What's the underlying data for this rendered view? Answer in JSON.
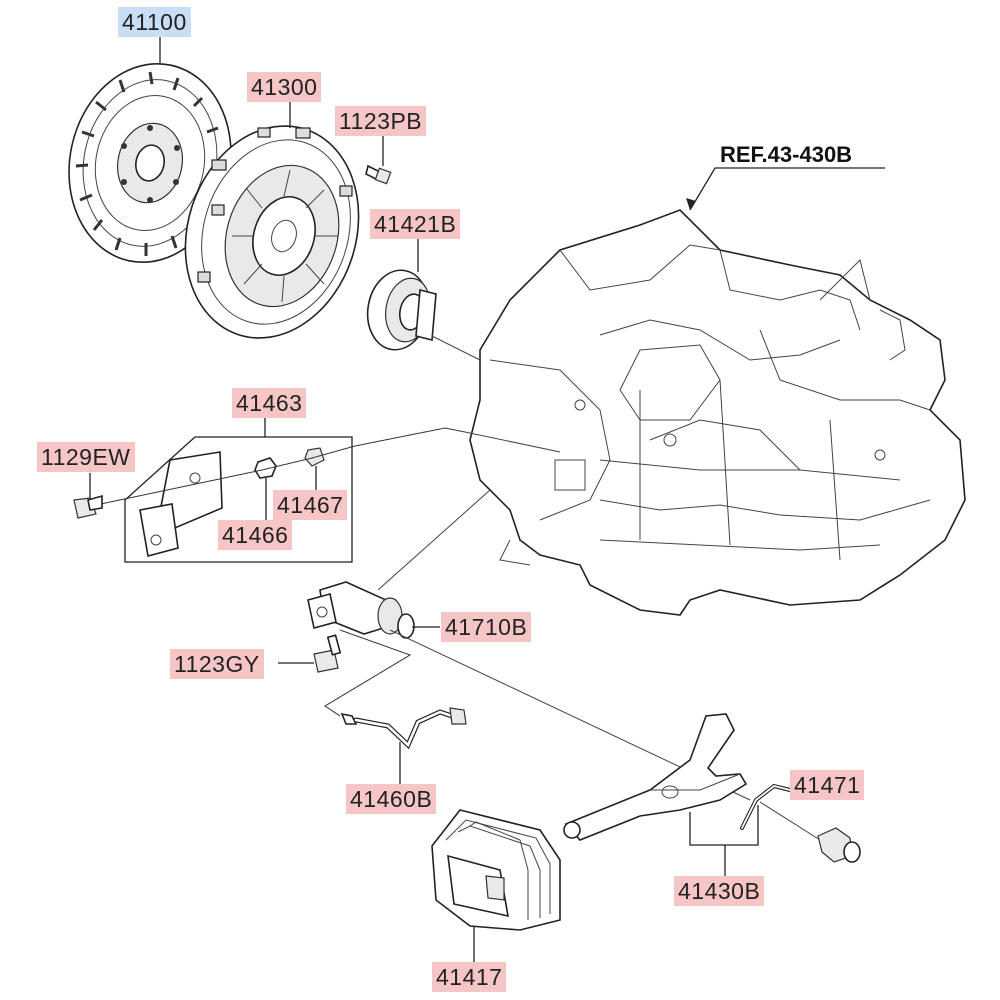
{
  "diagram": {
    "reference": "REF.43-430B",
    "accent_colors": {
      "highlight_red": "#f6c5c5",
      "highlight_blue": "#c9ddf5"
    },
    "labels": {
      "p41100": "41100",
      "p41300": "41300",
      "p1123PB": "1123PB",
      "p41421B": "41421B",
      "p41463": "41463",
      "p1129EW": "1129EW",
      "p41467": "41467",
      "p41466": "41466",
      "p41710B": "41710B",
      "p1123GY": "1123GY",
      "p41460B": "41460B",
      "p41471": "41471",
      "p41430B": "41430B",
      "p41417": "41417"
    }
  }
}
